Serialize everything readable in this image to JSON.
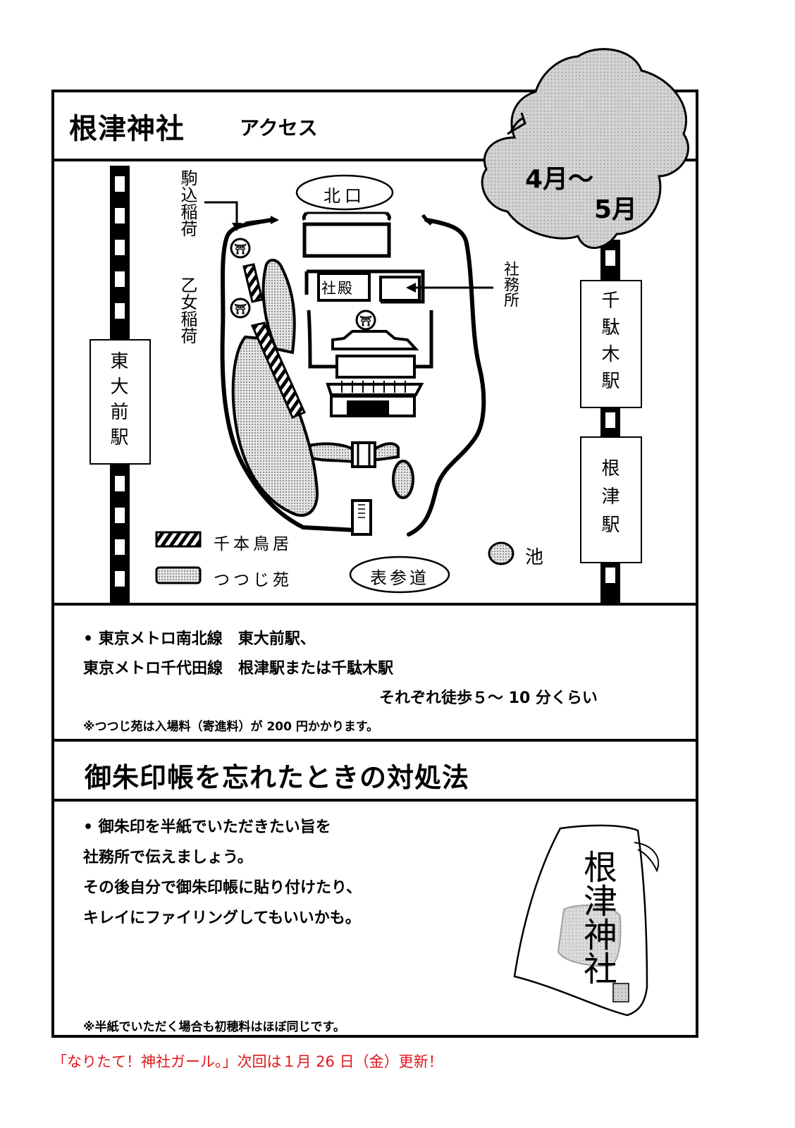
{
  "header": {
    "title": "根津神社",
    "subtitle": "アクセス"
  },
  "season_badge": {
    "line1": "4月〜",
    "line2": "5月"
  },
  "map": {
    "gates": {
      "north": "北口",
      "south": "表参道"
    },
    "buildings": {
      "main_hall": "社殿"
    },
    "labels": {
      "komagome_inari": "駒込稲荷",
      "otome_inari": "乙女稲荷",
      "shamusho": "社務所"
    },
    "stations": {
      "todaimae": "東大前駅",
      "sendagi": "千駄木駅",
      "nezu": "根津駅"
    },
    "legend": {
      "torii": "千本鳥居",
      "azalea": "つつじ苑",
      "pond": "池"
    }
  },
  "access": {
    "line1": "• 東京メトロ南北線　東大前駅、",
    "line2": "東京メトロ千代田線　根津駅または千駄木駅",
    "line3": "それぞれ徒歩５〜 10 分くらい",
    "note": "※つつじ苑は入場料（寄進料）が 200 円かかります。"
  },
  "tips": {
    "title": "御朱印帳を忘れたときの対処法",
    "line1": "• 御朱印を半紙でいただきたい旨を",
    "line2": "社務所で伝えましょう。",
    "line3": "その後自分で御朱印帳に貼り付けたり、",
    "line4": "キレイにファイリングしてもいいかも。",
    "note": "※半紙でいただく場合も初穂料はほぼ同じです。"
  },
  "stamp_paper": {
    "text": "根津神社"
  },
  "footer": "「なりたて！神社ガール。」次回は１月 26 日（金）更新！",
  "colors": {
    "ink": "#000000",
    "footer_red": "#e0161b",
    "stipple_gray": "#c8c8c8",
    "badge_gray": "#cfcfcf"
  }
}
